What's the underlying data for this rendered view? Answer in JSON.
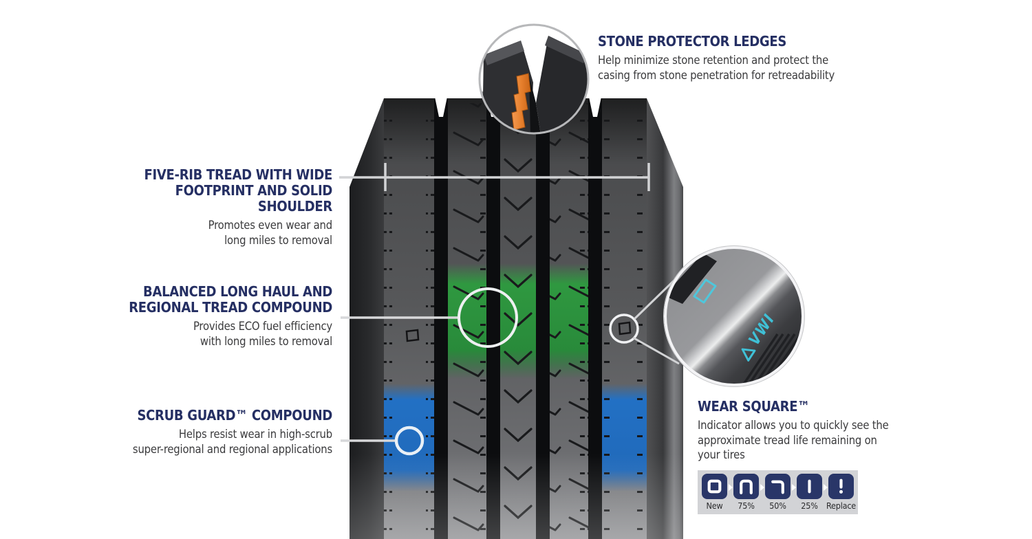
{
  "colors": {
    "title_navy": "#252f63",
    "body_text": "#3b3b3d",
    "tread_green": "#2c9e3e",
    "scrub_blue": "#1f71c9",
    "stone_orange": "#e67f2c",
    "vwi_teal": "#3fc0d6",
    "wear_square_navy": "#293668",
    "strip_background": "#d2d3d6"
  },
  "callouts": {
    "stone_protector": {
      "title": "STONE PROTECTOR LEDGES",
      "desc": [
        "Help minimize stone retention and protect the",
        "casing from stone penetration for retreadability"
      ]
    },
    "five_rib": {
      "title": [
        "FIVE-RIB TREAD WITH WIDE",
        "FOOTPRINT AND SOLID SHOULDER"
      ],
      "desc": [
        "Promotes even wear and",
        "long miles to removal"
      ]
    },
    "balanced": {
      "title": [
        "BALANCED LONG HAUL AND",
        "REGIONAL TREAD COMPOUND"
      ],
      "desc": [
        "Provides ECO fuel efficiency",
        "with long miles to removal"
      ]
    },
    "scrub_guard": {
      "title": [
        "SCRUB GUARD™ COMPOUND"
      ],
      "desc": [
        "Helps resist wear in high-scrub",
        "super-regional and regional applications"
      ]
    },
    "wear_square": {
      "title": "WEAR SQUARE™",
      "desc": [
        "Indicator allows you to quickly see the",
        "approximate tread life remaining on",
        "your tires"
      ]
    }
  },
  "wear_indicator": {
    "stages": [
      {
        "label": "New",
        "glyph": "full-square"
      },
      {
        "label": "75%",
        "glyph": "open-bottom-square"
      },
      {
        "label": "50%",
        "glyph": "top-right-corner"
      },
      {
        "label": "25%",
        "glyph": "vertical-bar"
      },
      {
        "label": "Replace",
        "glyph": "exclamation"
      }
    ]
  },
  "tire": {
    "vwi_label": "VWI"
  }
}
